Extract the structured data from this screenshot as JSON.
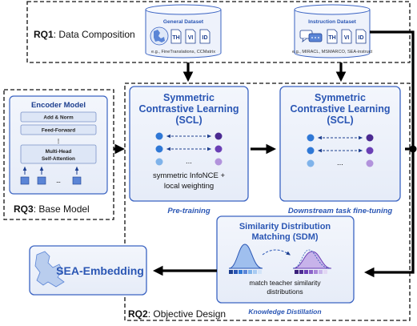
{
  "rq1": {
    "prefix": "RQ1",
    "text": ": Data Composition"
  },
  "rq2": {
    "prefix": "RQ2",
    "text": ": Objective Design"
  },
  "rq3": {
    "prefix": "RQ3",
    "text": ": Base Model"
  },
  "general_dataset": {
    "title": "General Dataset",
    "langs": [
      "TH",
      "VI",
      "ID"
    ],
    "caption": "e.g., FineTranslations, CCMatrix"
  },
  "instruction_dataset": {
    "title": "Instruction Dataset",
    "langs": [
      "TH",
      "VI",
      "ID"
    ],
    "caption": "e.g., MIRACL, MSMARCO, SEA-instruct"
  },
  "encoder": {
    "title": "Encoder Model",
    "layers": [
      "Add & Norm",
      "Feed-Forward",
      "Multi-Head",
      "Self-Attention"
    ],
    "dots": "⋮",
    "tokens_dots": "..."
  },
  "scl_pretrain": {
    "title_line1": "Symmetric",
    "title_line2": "Contrastive Learning",
    "title_line3": "(SCL)",
    "dots": "...",
    "desc_line1": "symmetric InfoNCE +",
    "desc_line2": "local weighting",
    "stage": "Pre-training"
  },
  "scl_finetune": {
    "title_line1": "Symmetric",
    "title_line2": "Contrastive Learning",
    "title_line3": "(SCL)",
    "dots": "...",
    "stage": "Downstream task fine-tuning"
  },
  "sdm": {
    "title_line1": "Similarity Distribution",
    "title_line2": "Matching (SDM)",
    "desc_line1": "match teacher similarity",
    "desc_line2": "distributions",
    "stage": "Knowledge Distillation"
  },
  "output": {
    "label": "SEA-Embedding"
  },
  "colors": {
    "accent": "#2a56b4",
    "box_border": "#3a63c2",
    "panel_fill": "#eef2fb",
    "dot_left": "#2f78d6",
    "dot_right": "#6a3fb5",
    "arrow": "#000000"
  }
}
